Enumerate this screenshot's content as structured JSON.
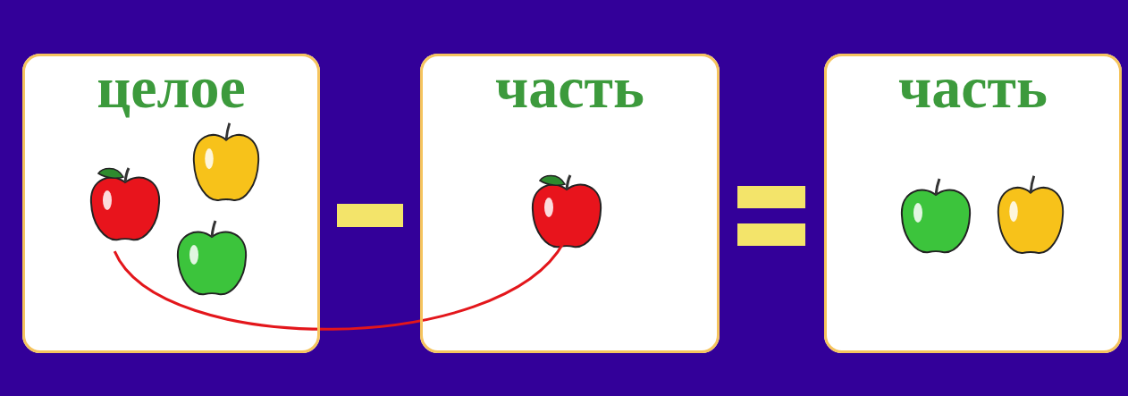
{
  "diagram": {
    "nodes": [
      {
        "text": [
          "целое"
        ]
      },
      {
        "text": [
          "часть"
        ]
      },
      {
        "text": [
          "часть"
        ]
      }
    ],
    "edges": [
      {
        "from": 0,
        "to": 1,
        "arrow": "none"
      }
    ]
  }
}
